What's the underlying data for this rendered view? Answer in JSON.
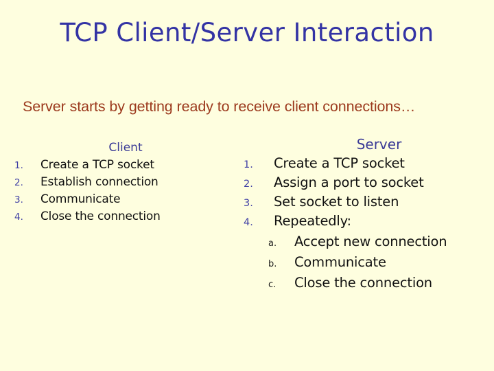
{
  "slide": {
    "title": "TCP Client/Server Interaction",
    "subtitle": "Server starts by getting ready to receive client connections…",
    "background_color": "#fefedf",
    "title_color": "#3333a4",
    "subtitle_color": "#9c3a1e",
    "heading_color": "#3a3a96",
    "marker_color": "#3f3fa5",
    "body_color": "#111111"
  },
  "client": {
    "heading": "Client",
    "steps": [
      {
        "marker": "1.",
        "text": "Create a TCP socket"
      },
      {
        "marker": "2.",
        "text": "Establish connection"
      },
      {
        "marker": "3.",
        "text": "Communicate"
      },
      {
        "marker": "4.",
        "text": "Close the connection"
      }
    ]
  },
  "server": {
    "heading": "Server",
    "steps": [
      {
        "marker": "1.",
        "text": "Create a TCP socket"
      },
      {
        "marker": "2.",
        "text": "Assign a port to socket"
      },
      {
        "marker": "3.",
        "text": "Set socket to listen"
      },
      {
        "marker": "4.",
        "text": "Repeatedly:"
      }
    ],
    "substeps": [
      {
        "marker": "a.",
        "text": "Accept new connection"
      },
      {
        "marker": "b.",
        "text": "Communicate"
      },
      {
        "marker": "c.",
        "text": "Close the connection"
      }
    ]
  }
}
